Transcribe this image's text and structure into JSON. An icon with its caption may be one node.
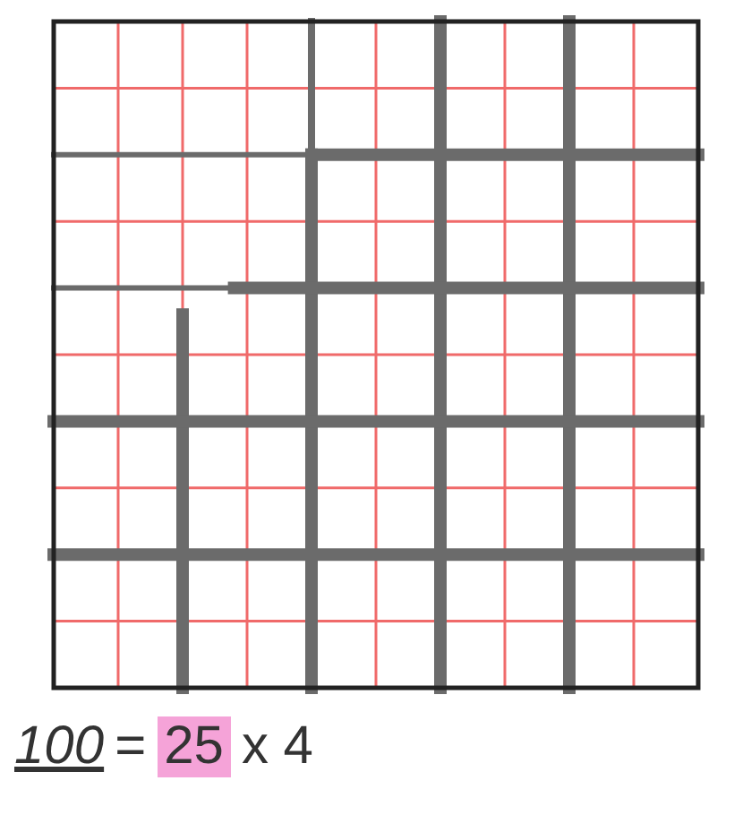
{
  "diagram": {
    "labels": [
      "100",
      "=",
      "25",
      "x 4"
    ]
  }
}
